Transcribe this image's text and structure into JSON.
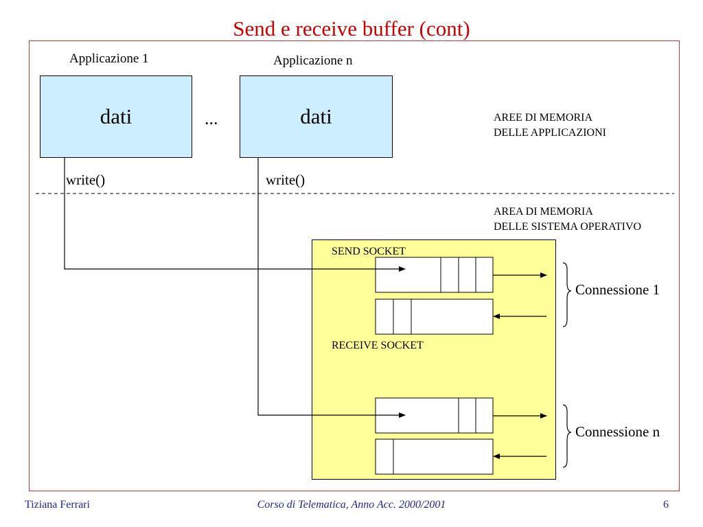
{
  "title": "Send e receive buffer (cont)",
  "apps": [
    {
      "label": "Applicazione 1",
      "content": "dati",
      "call": "write()"
    },
    {
      "label": "Applicazione n",
      "content": "dati",
      "call": "write()"
    }
  ],
  "ellipsis": "...",
  "memory_notes": {
    "apps_line1": "AREE DI MEMORIA",
    "apps_line2": "DELLE APPLICAZIONI",
    "os_line1": "AREA DI MEMORIA",
    "os_line2": "DELLE SISTEMA OPERATIVO"
  },
  "sockets": {
    "send_label": "SEND SOCKET",
    "receive_label": "RECEIVE SOCKET"
  },
  "connections": [
    "Connessione 1",
    "Connessione n"
  ],
  "footer": {
    "author": "Tiziana Ferrari",
    "course": "Corso di Telematica, Anno Acc. 2000/2001",
    "page": "6"
  },
  "colors": {
    "title": "#cc0000",
    "frame": "#cc3333",
    "app_box": "#cceeff",
    "os_box": "#ffff99",
    "footer": "#1f1f99"
  }
}
